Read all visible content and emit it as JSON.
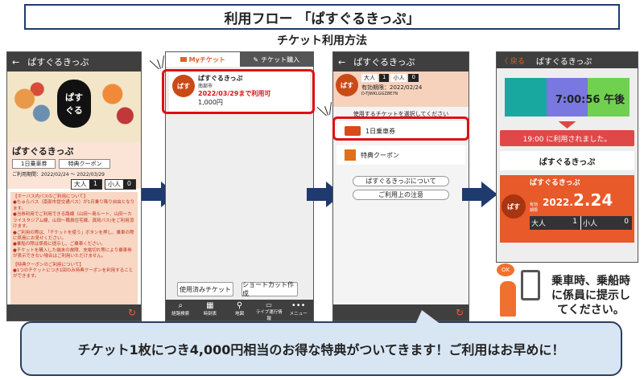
{
  "header": {
    "title": "利用フロー 「ぱすぐるきっぷ」",
    "subtitle": "チケット利用方法"
  },
  "s1": {
    "app_title": "ぱすぐるきっぷ",
    "ticket_name": "ぱすぐるきっぷ",
    "tag1": "1日乗車券",
    "tag2": "特典クーポン",
    "period": "ご利用期間：2022/02/24 ～ 2022/03/29",
    "adult": "大人",
    "adult_n": "1",
    "child": "小人",
    "child_n": "0",
    "notes": [
      "【ホーバス内バスのご利用について】",
      "●ちゅらバス（南部市営交通バス）が1日乗り降り自由となります。",
      "●当券利用でご利用できる路線（山田～島ルート、山田～カライスタジアム線、山田～職員住宅線、真岡バス)をご利用頂けます。",
      "●ご利用の際は、「チケットを使う」ボタンを押し、乗車の際に係員にお見せください。",
      "●乗船の際は係員に提示し、ご乗車ください。",
      "●チケットを購入した端末の故障、充電切れ等により乗車券が表示できない場合はご利用いただけません。",
      "【特典クーポンのご利用について】",
      "●1つのチケットにつき1回のみ特典クーポンを利用することができます。"
    ]
  },
  "s2": {
    "tab_my": "Myチケット",
    "tab_buy": "チケット購入",
    "ticket_name": "ぱすぐるきっぷ",
    "area": "南部市",
    "expiry": "2022/03/29まで利用可",
    "price": "1,000円",
    "btn_used": "使用済みチケット",
    "btn_shortcut": "ショートカット作成",
    "nav": [
      "経路検索",
      "時刻表",
      "地図",
      "ライブ運行情報",
      "メニュー"
    ]
  },
  "s3": {
    "app_title": "ぱすぐるきっぷ",
    "adult": "大人",
    "adult_n": "1",
    "child": "小人",
    "child_n": "0",
    "valid": "有効期限：2022/02/24",
    "code": "D-TJWKLGGZ8E7N",
    "select_prompt": "使用するチケットを選択してください",
    "option1": "1日乗車券",
    "option2": "特典クーポン",
    "btn_about": "ぱすぐるきっぷについて",
    "btn_notes": "ご利用上の注意"
  },
  "s4": {
    "back": "戻る",
    "app_title": "ぱすぐるきっぷ",
    "time": "7:00:56 午後",
    "used_msg": "19:00 に利用されました。",
    "ticket_title": "ぱすぐるきっぷ",
    "card_name": "ぱすぐるきっぷ",
    "valid_label": "有効期限",
    "date_prefix": "2022.",
    "date_big": "2.24",
    "adult": "大人",
    "adult_n": "1",
    "child": "小人",
    "child_n": "0",
    "colors": [
      "#18a8a0",
      "#7878e0",
      "#70d050"
    ]
  },
  "staff": {
    "ok": "OK",
    "text": "乗車時、乗船時に係員に提示してください。"
  },
  "callout": {
    "text": "チケット1枚につき4,000円相当のお得な特典がついてきます！ご利用はお早めに！"
  }
}
